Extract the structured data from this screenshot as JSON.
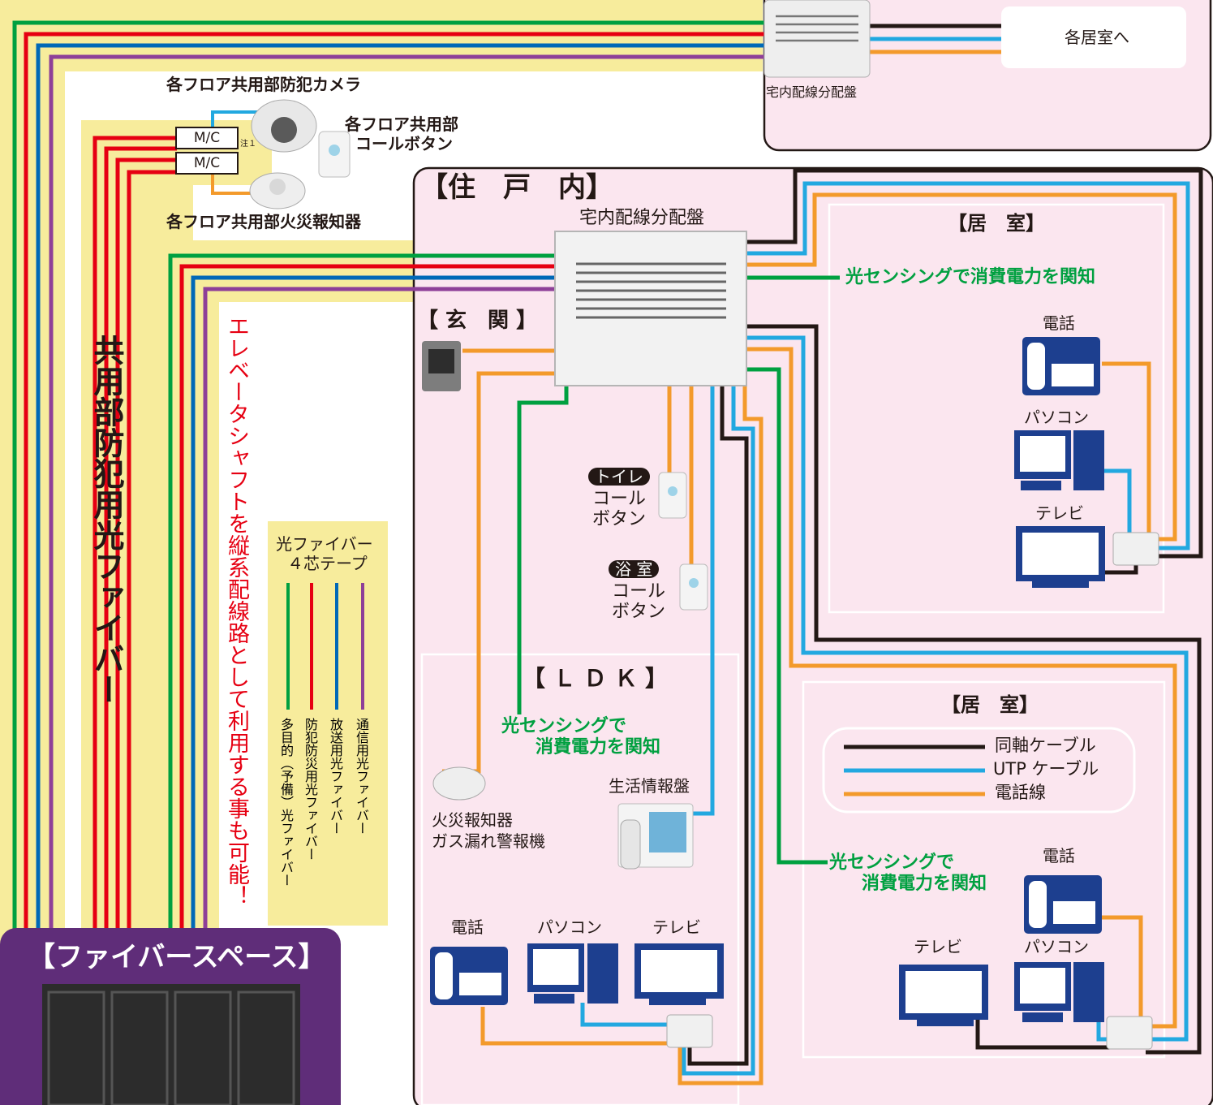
{
  "colors": {
    "green": "#00a040",
    "red": "#e60012",
    "blue": "#0068b7",
    "purple": "#8e3f98",
    "black": "#231815",
    "cyan": "#22a8e0",
    "orange": "#f39a2b",
    "yellow": "#f7ec9c",
    "pink": "#fbe6ef",
    "fiber_space": "#5f2d79",
    "device_navy": "#1d3f8f"
  },
  "top_right": {
    "destination": "各居室へ",
    "panel_label": "宅内配線分配盤"
  },
  "common_area": {
    "camera_label": "各フロア共用部防犯カメラ",
    "call_button_label_line1": "各フロア共用部",
    "call_button_label_line2": "コールボタン",
    "fire_alarm_label": "各フロア共用部火災報知器",
    "media_converter_1": "M/C",
    "media_converter_2": "M/C",
    "note": "注１"
  },
  "trunk": {
    "vertical_title": "共用部防犯用光ファイバー",
    "elevator_note": "エレベータシャフトを縦系配線路として利用する事も可能！"
  },
  "tape_legend": {
    "title_line1": "光ファイバー",
    "title_line2": "４芯テープ",
    "items": [
      {
        "label": "多目的（予備）光ファイバー",
        "color": "green"
      },
      {
        "label": "防犯防災用光ファイバー",
        "color": "red"
      },
      {
        "label": "放送用光ファイバー",
        "color": "blue"
      },
      {
        "label": "通信用光ファイバー",
        "color": "purple"
      }
    ]
  },
  "fiber_space": {
    "title": "【ファイバースペース】"
  },
  "dwelling": {
    "title": "【住　戸　内】",
    "main_panel_label": "宅内配線分配盤",
    "entrance_title": "【 玄　関 】",
    "toilet_tag": "トイレ",
    "toilet_label_line1": "コール",
    "toilet_label_line2": "ボタン",
    "bath_tag": "浴 室",
    "bath_label_line1": "コール",
    "bath_label_line2": "ボタン"
  },
  "ldk": {
    "title": "【 Ｌ Ｄ Ｋ 】",
    "sensing_line1": "光センシングで",
    "sensing_line2": "消費電力を関知",
    "fire_gas_line1": "火災報知器",
    "fire_gas_line2": "ガス漏れ警報機",
    "life_panel": "生活情報盤",
    "phone": "電話",
    "pc": "パソコン",
    "tv": "テレビ"
  },
  "room1": {
    "title": "【居　室】",
    "sensing": "光センシングで消費電力を関知",
    "phone": "電話",
    "pc": "パソコン",
    "tv": "テレビ"
  },
  "room2": {
    "title": "【居　室】",
    "sensing_line1": "光センシングで",
    "sensing_line2": "消費電力を関知",
    "phone": "電話",
    "pc": "パソコン",
    "tv": "テレビ"
  },
  "cable_legend": [
    {
      "label": "同軸ケーブル",
      "color": "black"
    },
    {
      "label": "UTP ケーブル",
      "color": "cyan"
    },
    {
      "label": "電話線",
      "color": "orange"
    }
  ]
}
